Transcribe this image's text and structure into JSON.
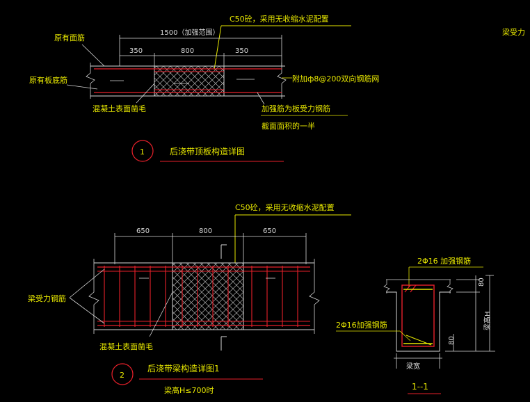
{
  "detail1": {
    "note_concrete": "C50砼，采用无收缩水泥配置",
    "label_top_bar": "原有面筋",
    "label_bottom_bar": "原有板底筋",
    "dim_total": "1500（加强范围）",
    "dim_left": "350",
    "dim_mid": "800",
    "dim_right": "350",
    "note_mesh": "附加ф8@200双向钢筋网",
    "note_rough": "混凝土表面凿毛",
    "note_strengthen_1": "加强筋为板受力钢筋",
    "note_strengthen_2": "截面面积的一半",
    "number": "1",
    "title": "后浇带顶板构造详图"
  },
  "right_edge_text": "梁受力",
  "detail2": {
    "note_concrete": "C50砼，采用无收缩水泥配置",
    "dim_left": "650",
    "dim_mid": "800",
    "dim_right": "650",
    "label_beam_bar": "梁受力钢筋",
    "note_rough": "混凝土表面凿毛",
    "number": "2",
    "title": "后浇带梁构造详图1",
    "subtitle": "梁高H≤700时"
  },
  "section": {
    "note_top": "2Φ16 加强钢筋",
    "note_bottom": "2Φ16加强钢筋",
    "dim_top": "80",
    "dim_bottom": "80",
    "dim_height": "梁高H",
    "dim_width": "梁宽",
    "title": "1--1"
  },
  "colors": {
    "background": "#000000",
    "rebar_red": "#e8202a",
    "annotation_yellow": "#e8e800",
    "line_white": "#d8d8d8",
    "hatch_gray": "#b0b0b0",
    "leader_yellow": "#e8e800"
  }
}
